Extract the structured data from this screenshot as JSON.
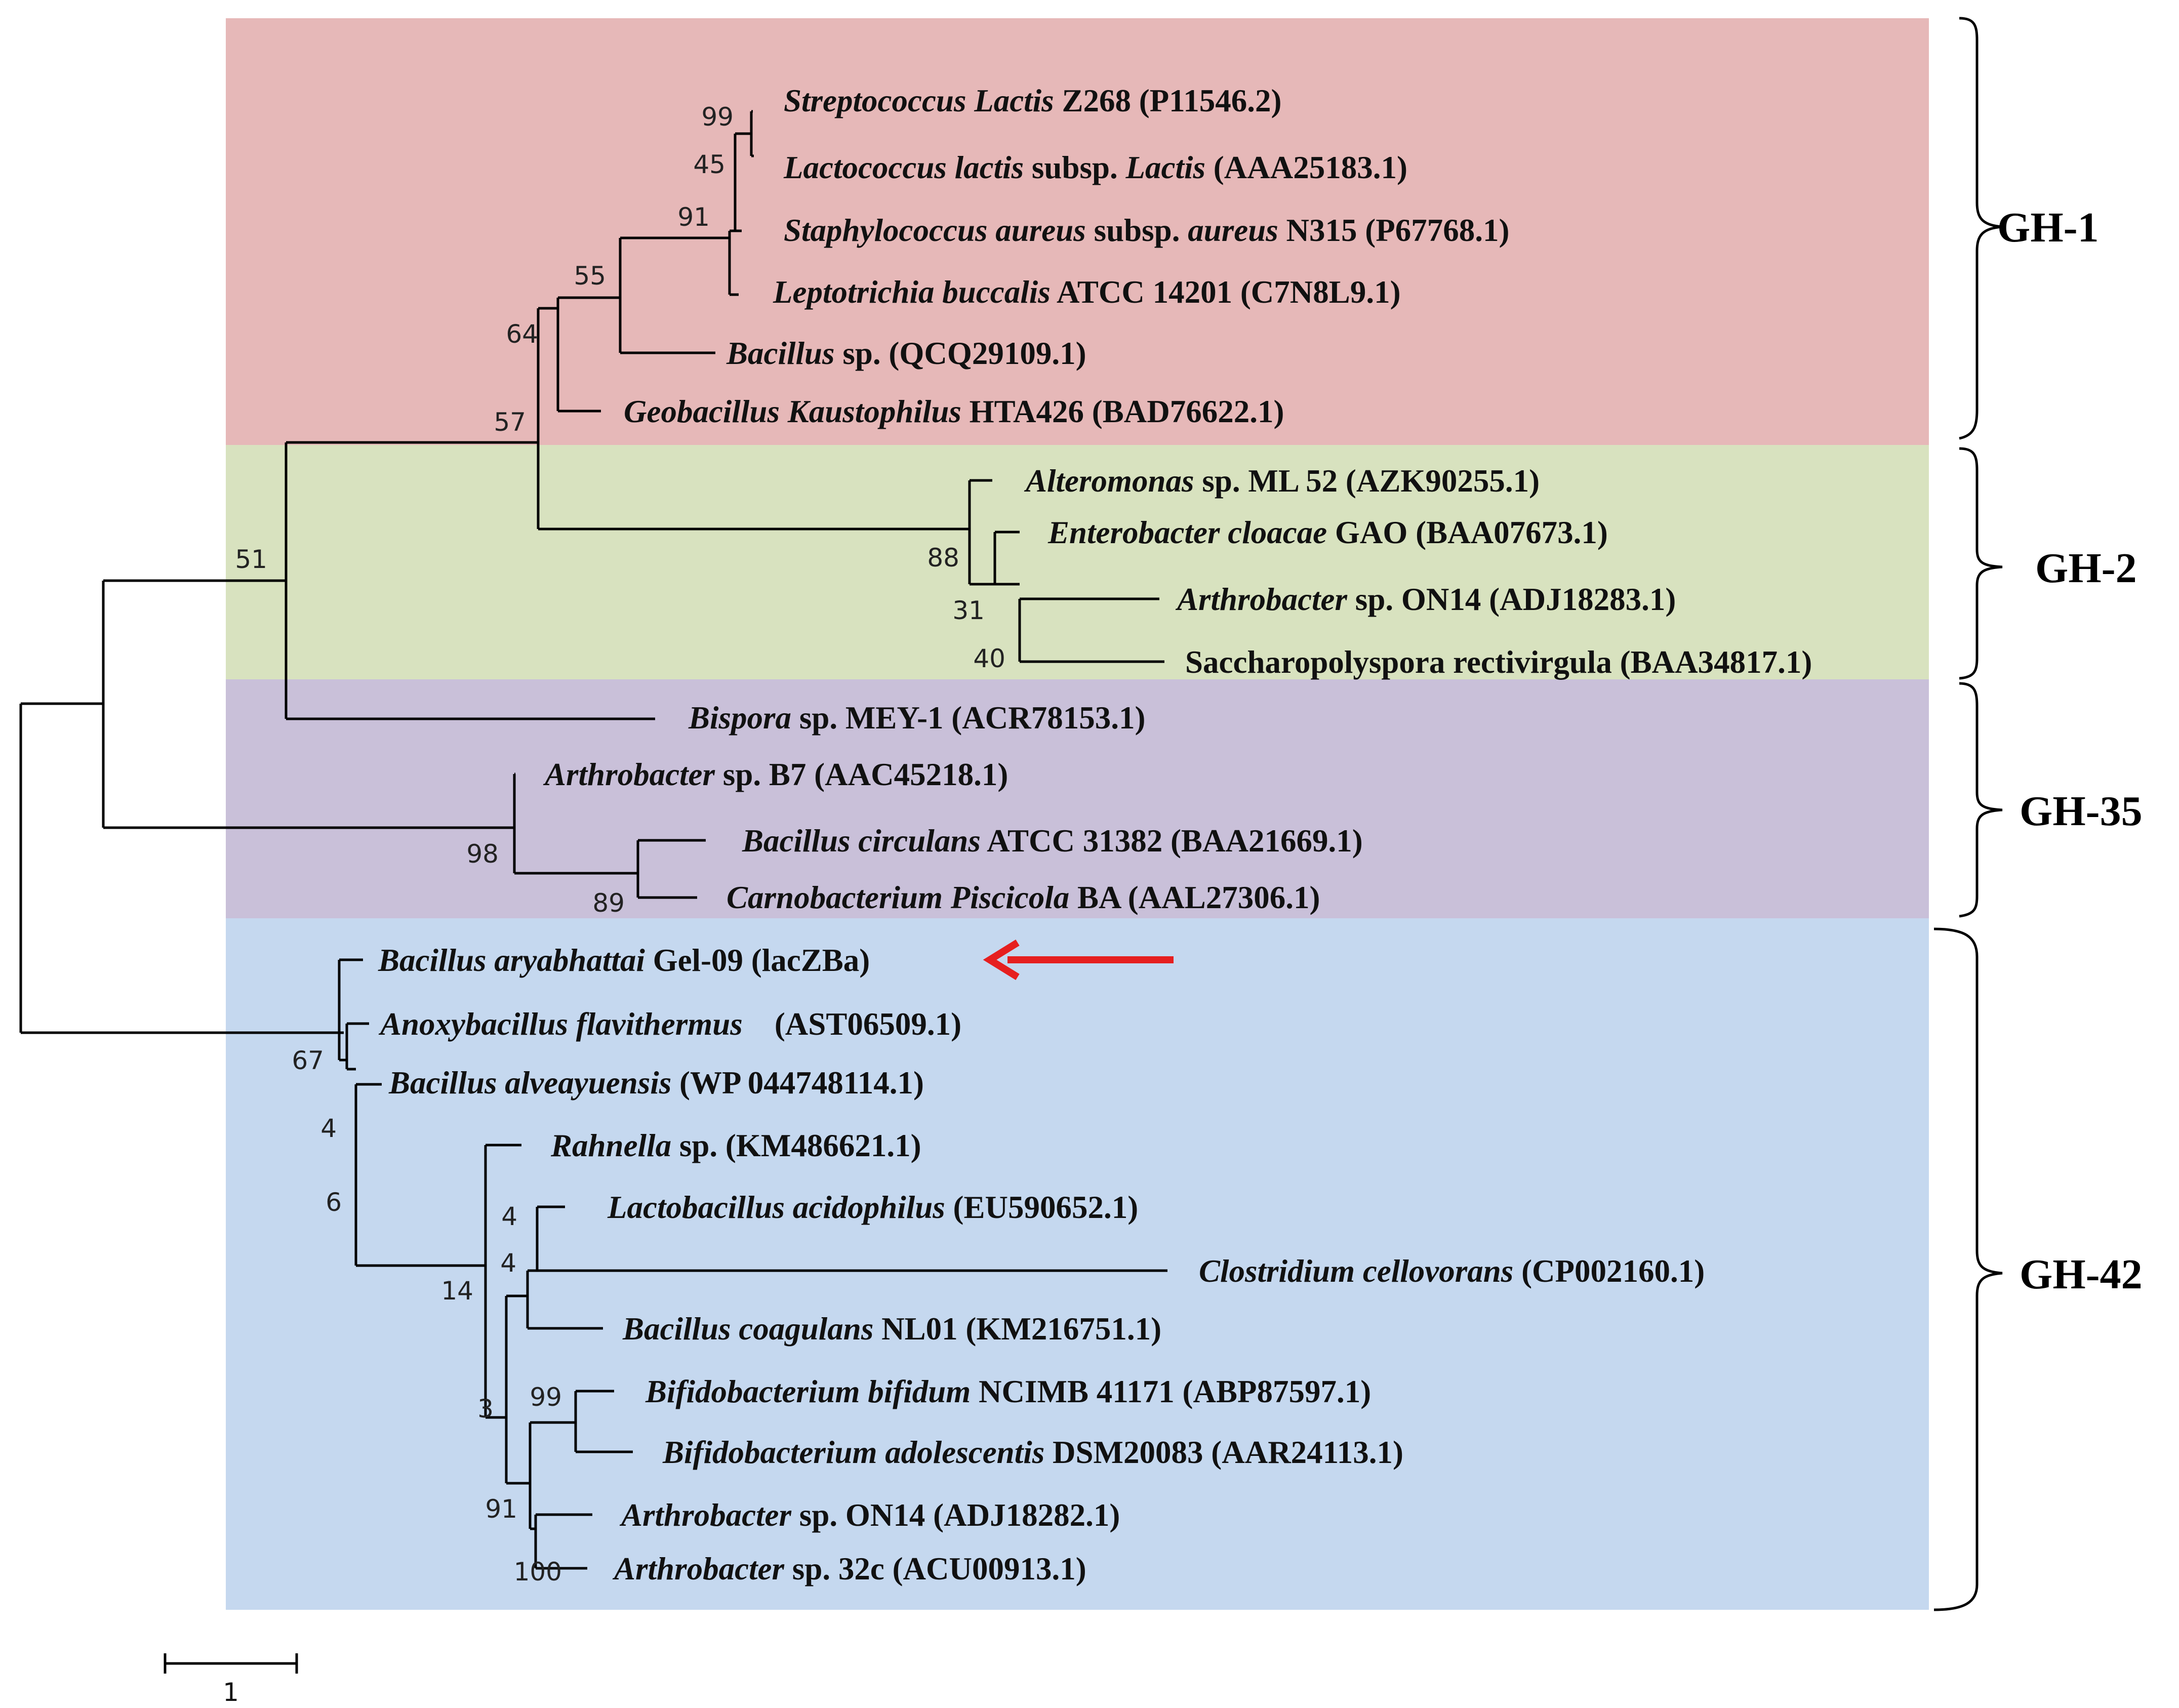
{
  "colors": {
    "gh1": "#e6b8b8",
    "gh2": "#d8e2bf",
    "gh35": "#c9c0d9",
    "gh42": "#c5d8ef",
    "arrow": "#e61f1f"
  },
  "groups": [
    {
      "id": "gh1",
      "label": "GH-1"
    },
    {
      "id": "gh2",
      "label": "GH-2"
    },
    {
      "id": "gh35",
      "label": "GH-35"
    },
    {
      "id": "gh42",
      "label": "GH-42"
    }
  ],
  "taxa": [
    {
      "id": "t1",
      "italic": "Streptococcus Lactis",
      "rest": " Z268 (P11546.2)"
    },
    {
      "id": "t2",
      "italic": "Lactococcus lactis",
      "rest": " subsp. ",
      "italic2": "Lactis",
      "rest2": " (AAA25183.1)"
    },
    {
      "id": "t3",
      "italic": "Staphylococcus aureus",
      "rest": " subsp. ",
      "italic2": "aureus",
      "rest2": " N315 (P67768.1)"
    },
    {
      "id": "t4",
      "italic": "Leptotrichia buccalis",
      "rest": " ATCC 14201 (C7N8L9.1)"
    },
    {
      "id": "t5",
      "italic": "Bacillus",
      "rest": " sp. (QCQ29109.1)"
    },
    {
      "id": "t6",
      "italic": "Geobacillus Kaustophilus",
      "rest": " HTA426 (BAD76622.1)"
    },
    {
      "id": "t7",
      "italic": "Alteromonas",
      "rest": " sp. ML 52 (AZK90255.1)"
    },
    {
      "id": "t8",
      "italic": "Enterobacter cloacae",
      "rest": " GAO (BAA07673.1)"
    },
    {
      "id": "t9",
      "italic": "Arthrobacter",
      "rest": " sp. ON14 (ADJ18283.1)"
    },
    {
      "id": "t10",
      "italic": "",
      "rest": "Saccharopolyspora rectivirgula (BAA34817.1)"
    },
    {
      "id": "t11",
      "italic": "Bispora",
      "rest": " sp. MEY-1 (ACR78153.1)"
    },
    {
      "id": "t12",
      "italic": "Arthrobacter",
      "rest": " sp. B7 (AAC45218.1)"
    },
    {
      "id": "t13",
      "italic": "Bacillus circulans",
      "rest": " ATCC 31382 (BAA21669.1)"
    },
    {
      "id": "t14",
      "italic": "Carnobacterium Piscicola",
      "rest": " BA (AAL27306.1)"
    },
    {
      "id": "t15",
      "italic": "Bacillus aryabhattai",
      "rest": " Gel-09 (lacZBa)"
    },
    {
      "id": "t16",
      "italic": "Anoxybacillus flavithermus",
      "rest": "    (AST06509.1)"
    },
    {
      "id": "t17",
      "italic": "Bacillus alveayuensis",
      "rest": " (WP 044748114.1)"
    },
    {
      "id": "t18",
      "italic": "Rahnella",
      "rest": " sp. (KM486621.1)"
    },
    {
      "id": "t19",
      "italic": "Lactobacillus acidophilus",
      "rest": " (EU590652.1)"
    },
    {
      "id": "t20",
      "italic": "Clostridium cellovorans",
      "rest": " (CP002160.1)"
    },
    {
      "id": "t21",
      "italic": "Bacillus coagulans",
      "rest": " NL01 (KM216751.1)"
    },
    {
      "id": "t22",
      "italic": "Bifidobacterium bifidum",
      "rest": " NCIMB 41171 (ABP87597.1)"
    },
    {
      "id": "t23",
      "italic": "Bifidobacterium adolescentis",
      "rest": " DSM20083 (AAR24113.1)"
    },
    {
      "id": "t24",
      "italic": "Arthrobacter",
      "rest": " sp. ON14 (ADJ18282.1)"
    },
    {
      "id": "t25",
      "italic": "Arthrobacter",
      "rest": " sp. 32c (ACU00913.1)"
    }
  ],
  "bootstrap": [
    {
      "id": "b99a",
      "value": "99"
    },
    {
      "id": "b45",
      "value": "45"
    },
    {
      "id": "b91a",
      "value": "91"
    },
    {
      "id": "b55",
      "value": "55"
    },
    {
      "id": "b64",
      "value": "64"
    },
    {
      "id": "b57",
      "value": "57"
    },
    {
      "id": "b51",
      "value": "51"
    },
    {
      "id": "b88",
      "value": "88"
    },
    {
      "id": "b31",
      "value": "31"
    },
    {
      "id": "b40",
      "value": "40"
    },
    {
      "id": "b98",
      "value": "98"
    },
    {
      "id": "b89",
      "value": "89"
    },
    {
      "id": "b67",
      "value": "67"
    },
    {
      "id": "b4a",
      "value": "4"
    },
    {
      "id": "b6",
      "value": "6"
    },
    {
      "id": "b14",
      "value": "14"
    },
    {
      "id": "b4b",
      "value": "4"
    },
    {
      "id": "b4c",
      "value": "4"
    },
    {
      "id": "b3",
      "value": "3"
    },
    {
      "id": "b99b",
      "value": "99"
    },
    {
      "id": "b91b",
      "value": "91"
    },
    {
      "id": "b100",
      "value": "100"
    }
  ],
  "scale_bar": {
    "label": "1"
  }
}
